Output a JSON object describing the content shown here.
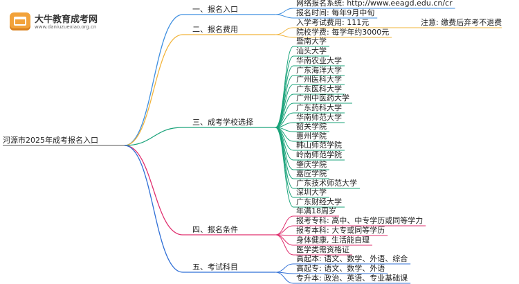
{
  "logo": {
    "title": "大牛教育成考网",
    "url": "www.daniuzuexiao.org.cn"
  },
  "root": "河源市2025年成考报名入口",
  "branches": [
    {
      "label": "一、报名入口",
      "color": "#3f8fe0",
      "children": [
        {
          "label": "网络报名系统: http://www.eeagd.edu.cn/cr"
        },
        {
          "label": "报名时间: 每年9月中旬"
        }
      ]
    },
    {
      "label": "二、报名费用",
      "color": "#f2b43a",
      "children": [
        {
          "label": "入学考试费用: 111元",
          "note": "注意: 缴费后弃考不退费"
        },
        {
          "label": "院校学费: 每学年约3000元"
        }
      ]
    },
    {
      "label": "三、成考学校选择",
      "color": "#1aa37a",
      "children": [
        {
          "label": "暨南大学"
        },
        {
          "label": "汕头大学"
        },
        {
          "label": "华南农业大学"
        },
        {
          "label": "广东海洋大学"
        },
        {
          "label": "广州医科大学"
        },
        {
          "label": "广东医科大学"
        },
        {
          "label": "广州中医药大学"
        },
        {
          "label": "广东药科大学"
        },
        {
          "label": "华南师范大学"
        },
        {
          "label": "韶关学院"
        },
        {
          "label": "惠州学院"
        },
        {
          "label": "韩山师范学院"
        },
        {
          "label": "岭南师范学院"
        },
        {
          "label": "肇庆学院"
        },
        {
          "label": "嘉应学院"
        },
        {
          "label": "广东技术师范大学"
        },
        {
          "label": "深圳大学"
        },
        {
          "label": "广东财经大学"
        }
      ]
    },
    {
      "label": "四、报名条件",
      "color": "#e0306f",
      "children": [
        {
          "label": "年满18周岁"
        },
        {
          "label": "报考专科: 高中、中专学历或同等学力"
        },
        {
          "label": "报考本科: 大专或同等学历"
        },
        {
          "label": "身体健康, 生活能自理"
        },
        {
          "label": "医学类需资格证"
        }
      ]
    },
    {
      "label": "五、考试科目",
      "color": "#2f6fd6",
      "children": [
        {
          "label": "高起本: 语文、数学、外语、综合"
        },
        {
          "label": "高起专: 语文、数学、外语"
        },
        {
          "label": "专升本: 政治、英语、专业基础课"
        }
      ]
    }
  ]
}
